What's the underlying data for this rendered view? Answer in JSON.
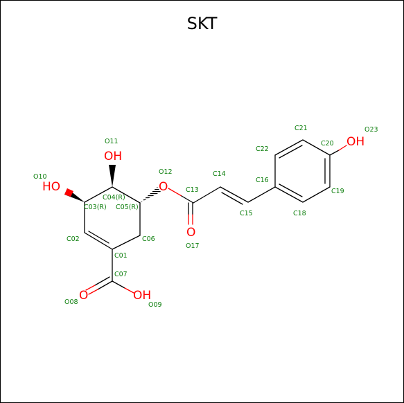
{
  "title": "SKT",
  "colors": {
    "carbon_bond": "#000000",
    "oxygen": "#ff0000",
    "atom_label": "#0a7d0a"
  },
  "atoms": {
    "OH_11": "OH",
    "HO_10": "HO",
    "O_12": "O",
    "O_17": "O",
    "O_08": "O",
    "OH_09": "OH",
    "OH_23": "OH"
  },
  "labels": {
    "O11": "O11",
    "O10": "O10",
    "C04": "C04(R)",
    "C03": "C03(R)",
    "C05": "C05(R)",
    "O12": "O12",
    "C14": "C14",
    "C13": "C13",
    "C15": "C15",
    "C16": "C16",
    "C21": "C21",
    "C22": "C22",
    "C20": "C20",
    "O23": "O23",
    "C19": "C19",
    "C18": "C18",
    "O17": "O17",
    "C02": "C02",
    "C06": "C06",
    "C01": "C01",
    "C07": "C07",
    "O08": "O08",
    "O09": "O09"
  }
}
